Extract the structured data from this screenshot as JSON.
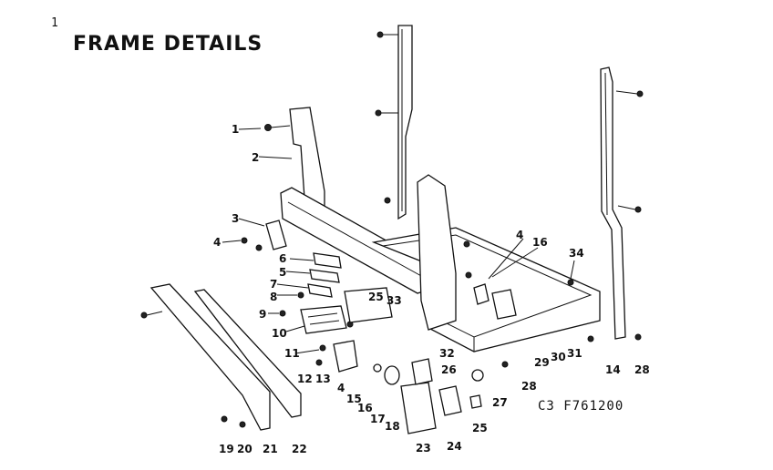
{
  "page_mark": "1",
  "title": "FRAME DETAILS",
  "figure_code": "C3  F761200",
  "callouts": [
    "1",
    "2",
    "3",
    "4",
    "5",
    "6",
    "7",
    "8",
    "9",
    "10",
    "11",
    "12",
    "13",
    "4",
    "15",
    "16",
    "17",
    "18",
    "19",
    "20",
    "21",
    "22",
    "23",
    "24",
    "25",
    "25",
    "26",
    "27",
    "28",
    "29",
    "30",
    "31",
    "32",
    "33",
    "4",
    "16",
    "34",
    "14",
    "28"
  ]
}
